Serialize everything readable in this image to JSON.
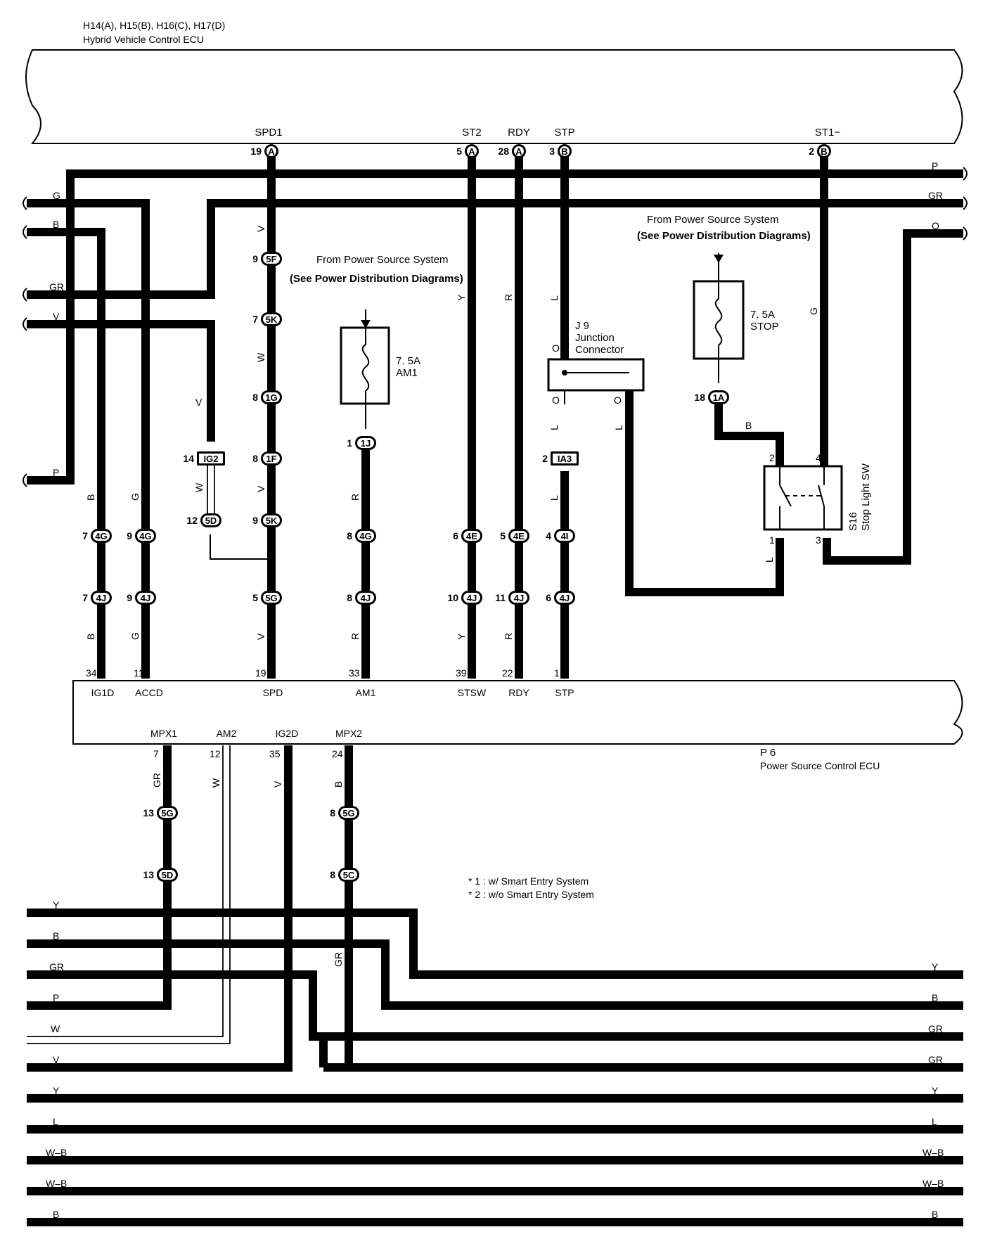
{
  "hybrid_ecu": {
    "connectors": "H14(A), H15(B), H16(C), H17(D)",
    "name": "Hybrid Vehicle Control ECU",
    "terminals": {
      "spd1": "SPD1",
      "st2": "ST2",
      "rdy": "RDY",
      "stp": "STP",
      "st1": "ST1−"
    },
    "pins": {
      "spd1": "19",
      "st2": "5",
      "rdy": "28",
      "stp": "3",
      "st1": "2"
    },
    "connector_letters": {
      "spd1": "A",
      "st2": "A",
      "rdy": "A",
      "stp": "B",
      "st1": "B"
    }
  },
  "power_source_ecu": {
    "connector": "P 6",
    "name": "Power Source Control ECU",
    "top_terminals": [
      "IG1D",
      "ACCD",
      "SPD",
      "AM1",
      "STSW",
      "RDY",
      "STP"
    ],
    "top_pins": [
      "34",
      "11",
      "19",
      "33",
      "39",
      "22",
      "1"
    ],
    "bottom_terminals": [
      "MPX1",
      "AM2",
      "IG2D",
      "MPX2"
    ],
    "bottom_pins": [
      "7",
      "12",
      "35",
      "24"
    ]
  },
  "power_notes": {
    "from": "From Power Source System",
    "see": "(See Power Distribution Diagrams)",
    "from2": "From Power Source System",
    "see2": "(See Power Distribution Diagrams)"
  },
  "fuses": {
    "am1": {
      "rating": "7. 5A",
      "name": "AM1"
    },
    "stop": {
      "rating": "7. 5A",
      "name": "STOP"
    }
  },
  "junction": {
    "id": "J 9",
    "name1": "Junction",
    "name2": "Connector"
  },
  "stop_switch": {
    "id": "S16",
    "name": "Stop Light SW",
    "pins": [
      "2",
      "4",
      "1",
      "3"
    ]
  },
  "connectors": {
    "j1": {
      "pin": "19",
      "code": "A"
    },
    "c5F": {
      "pin": "9",
      "code": "5F"
    },
    "c5K": {
      "pin": "7",
      "code": "5K"
    },
    "c1G": {
      "pin": "8",
      "code": "1G"
    },
    "c1F": {
      "pin": "8",
      "code": "1F"
    },
    "c5K2": {
      "pin": "9",
      "code": "5K"
    },
    "c5G": {
      "pin": "5",
      "code": "5G"
    },
    "cIG2": {
      "pin": "14",
      "code": "IG2"
    },
    "c5D": {
      "pin": "12",
      "code": "5D"
    },
    "c1J": {
      "pin": "1",
      "code": "1J"
    },
    "c4G_a": {
      "pin": "7",
      "code": "4G"
    },
    "c4G_b": {
      "pin": "9",
      "code": "4G"
    },
    "c4G_c": {
      "pin": "8",
      "code": "4G"
    },
    "c4J_a": {
      "pin": "7",
      "code": "4J"
    },
    "c4J_b": {
      "pin": "9",
      "code": "4J"
    },
    "c4J_c": {
      "pin": "8",
      "code": "4J"
    },
    "c4E_a": {
      "pin": "6",
      "code": "4E"
    },
    "c4E_b": {
      "pin": "5",
      "code": "4E"
    },
    "c4I": {
      "pin": "4",
      "code": "4I"
    },
    "c4J_d": {
      "pin": "10",
      "code": "4J"
    },
    "c4J_e": {
      "pin": "11",
      "code": "4J"
    },
    "c4J_f": {
      "pin": "6",
      "code": "4J"
    },
    "cIA3": {
      "pin": "2",
      "code": "IA3"
    },
    "c1A": {
      "pin": "18",
      "code": "1A"
    },
    "c5G_b1": {
      "pin": "13",
      "code": "5G"
    },
    "c5D_b1": {
      "pin": "13",
      "code": "5D"
    },
    "c5G_b2": {
      "pin": "8",
      "code": "5G"
    },
    "c5C_b2": {
      "pin": "8",
      "code": "5C"
    }
  },
  "wire_colors": {
    "left": [
      "G",
      "B",
      "GR",
      "V",
      "P"
    ],
    "right_top": [
      "P",
      "GR",
      "O"
    ],
    "bottom_left": [
      "Y",
      "B",
      "GR",
      "P",
      "W",
      "V",
      "Y",
      "L",
      "W–B",
      "W–B",
      "B"
    ],
    "bottom_right": [
      "Y",
      "B",
      "GR",
      "GR",
      "Y",
      "L",
      "W–B",
      "W–B",
      "B"
    ],
    "vertical": {
      "spd1_upper": "V",
      "spd1_mid": "W",
      "spd1_low": "V",
      "spd_bottom": "V",
      "ig2_v": "V",
      "ig2_w": "W",
      "am1_r": "R",
      "am1_r2": "R",
      "st2_y": "Y",
      "st2_y2": "Y",
      "rdy_r": "R",
      "rdy_r2": "R",
      "stp_l": "L",
      "stp_l2": "L",
      "stp_l3": "L",
      "ig1d_b": "B",
      "ig1d_b2": "B",
      "accd_g": "G",
      "accd_g2": "G",
      "st1_g": "G",
      "j9_o1": "O",
      "j9_o2": "O",
      "j9_o3": "O",
      "j9_l": "L",
      "stop_b": "B",
      "stop_l": "L",
      "mpx1_gr": "GR",
      "am2_w": "W",
      "ig2d_v": "V",
      "mpx2_b": "B",
      "mpx2_gr": "GR"
    }
  },
  "notes": [
    "* 1 : w/ Smart Entry System",
    "* 2 : w/o Smart Entry System"
  ]
}
